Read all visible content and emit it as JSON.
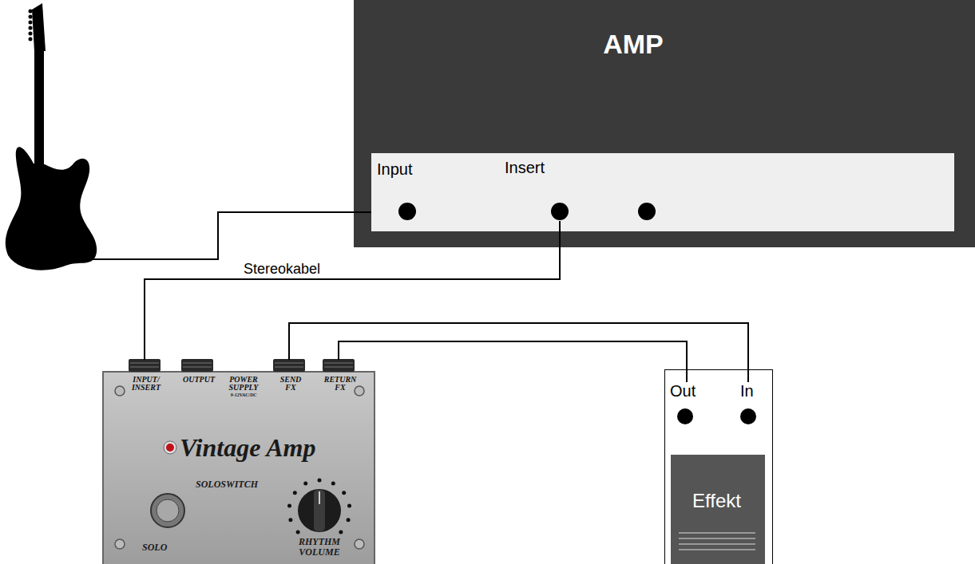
{
  "diagram": {
    "nodes": [
      {
        "text": [
          "AMP"
        ]
      },
      {
        "text": [
          "Input"
        ],
        "in": 0
      },
      {
        "text": [
          "Insert"
        ],
        "in": 0
      },
      {
        "text": [
          "Vintage Amp",
          "SOLOSWITCH",
          "SOLO",
          "RHYTHM VOLUME"
        ]
      },
      {
        "text": [
          "INPUT/ INSERT"
        ],
        "in": 3
      },
      {
        "text": [
          "OUTPUT"
        ],
        "in": 3
      },
      {
        "text": [
          "POWER SUPPLY",
          "9-12VAC/DC"
        ],
        "in": 3
      },
      {
        "text": [
          "SEND FX"
        ],
        "in": 3
      },
      {
        "text": [
          "RETURN FX"
        ],
        "in": 3
      },
      {
        "text": [
          "Effekt"
        ]
      },
      {
        "text": [
          "Out"
        ],
        "in": 9
      },
      {
        "text": [
          "In"
        ],
        "in": 9
      }
    ],
    "edges": [
      {
        "from": 2,
        "to": 4,
        "arrow": "none",
        "label": "Stereokabel"
      },
      {
        "from": 7,
        "to": 11,
        "arrow": "none"
      },
      {
        "from": 10,
        "to": 8,
        "arrow": "none"
      }
    ]
  }
}
